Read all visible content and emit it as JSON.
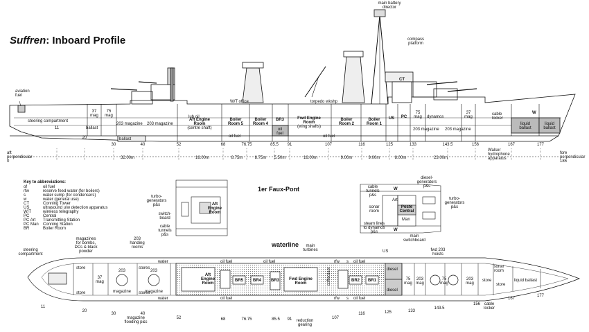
{
  "title": {
    "ship": "Suffren",
    "rest": ": Inboard Profile"
  },
  "profile_labels": {
    "main_battery_director": [
      "main battery",
      "director"
    ],
    "compass_platform": [
      "compass",
      "platform"
    ],
    "aviation_fuel": [
      "aviation",
      "fuel"
    ],
    "steering_compartment": "steering compartment",
    "mag37_aft": [
      "37",
      "mag"
    ],
    "mag75_aft": [
      "75",
      "mag"
    ],
    "ballast_aft": "ballast",
    "ballast_aft2": "ballast",
    "mag203_aft_a": "203 magazine",
    "mag203_aft_b": "203 magazine",
    "lub_oil": "lub oil",
    "wt_office": "W/T office",
    "torpedo_wkshp": "torpedo wkshp",
    "aft_engine": [
      "Aft Engine",
      "Room",
      "(centre shaft)"
    ],
    "boiler5": [
      "Boiler",
      "Room 5"
    ],
    "boiler4": [
      "Boiler",
      "Room 4"
    ],
    "br3": "BR3",
    "oil_fuel_a": "oil fuel",
    "oil_fuel_b": [
      "oil",
      "fuel"
    ],
    "oil_fuel_c": "oil fuel",
    "fwd_engine": [
      "Fwd Engine",
      "Room",
      "(wing shafts)"
    ],
    "boiler2": [
      "Boiler",
      "Room 2"
    ],
    "boiler1": [
      "Boiler",
      "Room 1"
    ],
    "us": "US",
    "pc": "PC",
    "ct": "CT",
    "mag75_fwd": [
      "75",
      "mag"
    ],
    "dynamos": "dynamos",
    "mag203_fwd_a": "203 magazine",
    "mag203_fwd_b": "203 magazine",
    "mag37_fwd": [
      "37",
      "mag"
    ],
    "cable_locker": [
      "cable",
      "locker"
    ],
    "w": "W",
    "liquid_ballast_a": [
      "liquid",
      "ballast"
    ],
    "liquid_ballast_b": [
      "liquid",
      "ballast"
    ],
    "walser": [
      "Walser",
      "hydrophone",
      "apparatus"
    ],
    "aft_perp": [
      "aft",
      "perpendicular",
      "0"
    ],
    "fore_perp": [
      "fore",
      "perpendicular",
      "185"
    ]
  },
  "frames_profile": [
    "11",
    "20",
    "30",
    "40",
    "52",
    "68",
    "76.75",
    "85.5",
    "91",
    "107",
    "116",
    "125",
    "133",
    "143.5",
    "156",
    "167",
    "177"
  ],
  "dimensions": [
    "32.00m",
    "16.00m",
    "8.75m",
    "8.75m",
    "5.50m",
    "16.00m",
    "9.00m",
    "9.00m",
    "8.00m",
    "23.00m"
  ],
  "key": {
    "heading": "Key to abbreviations:",
    "items": [
      {
        "abbr": "of",
        "desc": "oil fuel"
      },
      {
        "abbr": "rfw",
        "desc": "reserve feed water (for boilers)"
      },
      {
        "abbr": "s",
        "desc": "water sump (for condensers)"
      },
      {
        "abbr": "w",
        "desc": "water (general use)"
      },
      {
        "abbr": "CT",
        "desc": "Conning Tower"
      },
      {
        "abbr": "US",
        "desc": "ultrasound u/w detection apparatus"
      },
      {
        "abbr": "W/T",
        "desc": "wireless telegraphy"
      },
      {
        "abbr": "PC",
        "desc": "Central"
      },
      {
        "abbr": "PC Art",
        "desc": "Transmitting Station"
      },
      {
        "abbr": "PC Man",
        "desc": "Conning Station"
      },
      {
        "abbr": "BR",
        "desc": "Boiler Room"
      }
    ]
  },
  "faux_pont": {
    "heading": "1er Faux-Pont",
    "turbo_left": [
      "turbo-",
      "generators",
      "p&s"
    ],
    "switchboard": [
      "switch-",
      "board"
    ],
    "cable_tunnels_left": [
      "cable",
      "tunnels",
      "p&s"
    ],
    "aft_engine": [
      "Aft",
      "Engine",
      "Room"
    ],
    "cable_tunnels_right": [
      "cable",
      "tunnels",
      "p&s"
    ],
    "sonar_room": [
      "sonar",
      "room"
    ],
    "steam_lines": [
      "steam lines",
      "to dynamos",
      "p&s"
    ],
    "main_switchboard": [
      "main",
      "switchboard"
    ],
    "diesel_gen": [
      "diesel-",
      "generators",
      "p&s"
    ],
    "turbo_right": [
      "turbo-",
      "generators",
      "p&s"
    ],
    "art": "Art",
    "poste_centrale": [
      "Poste",
      "Central"
    ],
    "man": "Man",
    "w_a": "W",
    "w_b": "W"
  },
  "waterline": {
    "heading": "waterline",
    "steering": [
      "steering",
      "compartment"
    ],
    "magazines_bombs": [
      "magazines",
      "for bombs,",
      "DCs & black",
      "powder"
    ],
    "handing_rooms": [
      "203",
      "handing",
      "rooms"
    ],
    "main_turbines": [
      "main",
      "turbines"
    ],
    "us": "US",
    "fwd_hoists": [
      "fwd 203",
      "hoists"
    ],
    "sonar_room": [
      "sonar",
      "room"
    ],
    "store_a": "store",
    "store_b": "store",
    "store_c": "store",
    "stores_a": "stores",
    "stores_b": "stores",
    "mag37": [
      "37",
      "mag"
    ],
    "m203_a": "203",
    "magazine_a": "magazine",
    "m203_b": "203",
    "magazine_b": "magazine",
    "water_a": "water",
    "water_b": "water",
    "oil_fuel_1": "oil fuel",
    "oil_fuel_2": "oil fuel",
    "oil_fuel_3": "oil fuel",
    "oil_fuel_4": "oil fuel",
    "oil_fuel_5": "oil fuel",
    "aft_engine": [
      "Aft",
      "Engine",
      "Room"
    ],
    "br5": "BR5",
    "br4": "BR4",
    "br3": "BR3",
    "br2": "BR2",
    "br1": "BR1",
    "fwd_engine": [
      "Fwd Engine",
      "Room"
    ],
    "rfw_a": "rfw",
    "rfw_b": "rfw",
    "s_a": "s",
    "s_b": "s",
    "diesel_a": "diesel",
    "diesel_b": "diesel",
    "m75_a": [
      "75",
      "mag"
    ],
    "m203_c": [
      "203",
      "mag"
    ],
    "m75_b": [
      "75",
      "mag"
    ],
    "m203_d": [
      "203",
      "mag"
    ],
    "liquid_ballast": "liquid ballast",
    "store_d": "store",
    "cable_locker": [
      "cable",
      "locker"
    ],
    "mag_flooding": [
      "magazine",
      "flooding p&s"
    ],
    "reduction": [
      "reduction",
      "gearing"
    ],
    "cofferdam": "cofferdam"
  },
  "frames_plan": [
    "11",
    "20",
    "30",
    "40",
    "52",
    "68",
    "76.75",
    "85.5",
    "91",
    "107",
    "116",
    "125",
    "133",
    "143.5",
    "156",
    "167",
    "177"
  ],
  "frames_plan_extra": [
    "156",
    "167",
    "177"
  ]
}
